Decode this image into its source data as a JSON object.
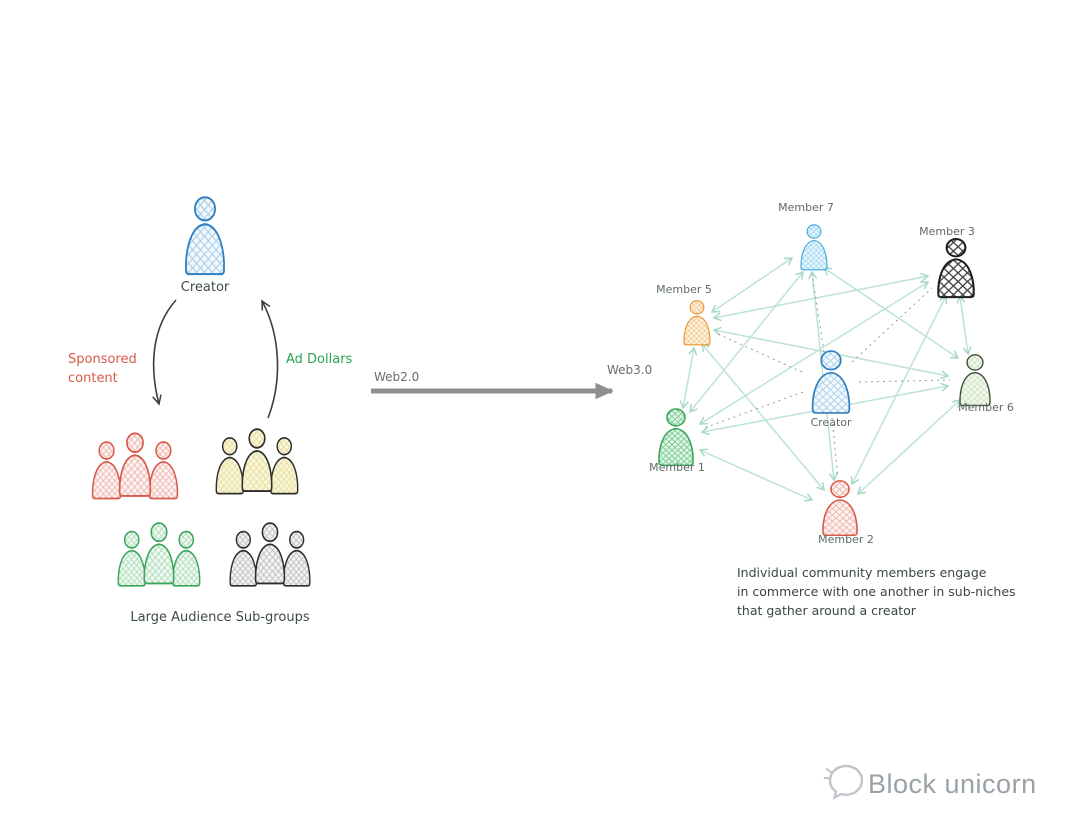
{
  "web2": {
    "creator_label": "Creator",
    "sponsored_label_line1": "Sponsored",
    "sponsored_label_line2": "content",
    "ad_dollars_label": "Ad Dollars",
    "audience_caption": "Large Audience Sub-groups"
  },
  "transition": {
    "web2_label": "Web2.0",
    "web3_label": "Web3.0"
  },
  "web3": {
    "members": [
      {
        "id": "member-7",
        "label": "Member 7",
        "color": "#3fa8dc"
      },
      {
        "id": "member-3",
        "label": "Member 3",
        "color": "#1f1f1f"
      },
      {
        "id": "member-5",
        "label": "Member 5",
        "color": "#e8952f"
      },
      {
        "id": "creator",
        "label": "Creator",
        "color": "#2f7fc1"
      },
      {
        "id": "member-6",
        "label": "Member 6",
        "color": "#3f4f3f"
      },
      {
        "id": "member-1",
        "label": "Member 1",
        "color": "#3ca55c"
      },
      {
        "id": "member-2",
        "label": "Member 2",
        "color": "#d85948"
      }
    ],
    "caption_line1": "Individual community members engage",
    "caption_line2": "in commerce with one another in sub-niches",
    "caption_line3": "that gather around a creator"
  },
  "footer": {
    "brand": "Block unicorn"
  },
  "colors": {
    "sponsored_text": "#d85948",
    "ad_dollars_text": "#2ea44f",
    "transition_text": "#6b6b6b",
    "network_edge": "#bce3d4",
    "brand_text": "#9aa1a7"
  }
}
